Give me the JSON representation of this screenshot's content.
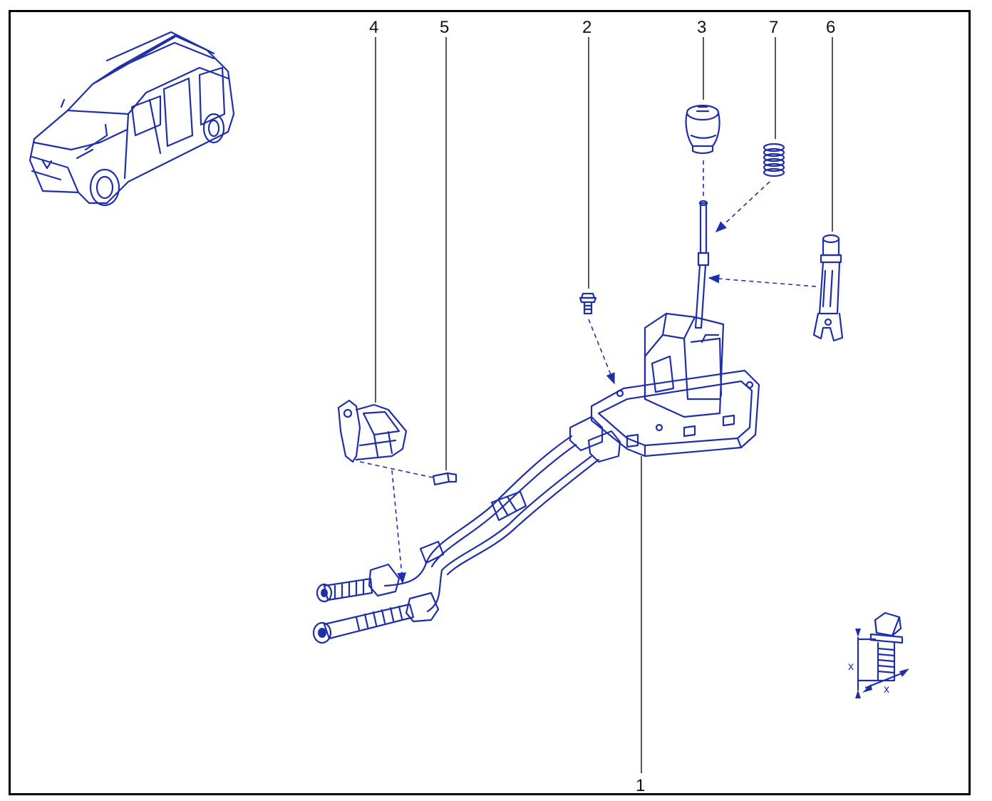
{
  "diagram": {
    "callouts": [
      {
        "id": "4",
        "label": "4"
      },
      {
        "id": "5",
        "label": "5"
      },
      {
        "id": "2",
        "label": "2"
      },
      {
        "id": "3",
        "label": "3"
      },
      {
        "id": "7",
        "label": "7"
      },
      {
        "id": "6",
        "label": "6"
      },
      {
        "id": "1",
        "label": "1"
      }
    ],
    "dimension_labels": {
      "x_vertical": "x",
      "x_horizontal": "x"
    },
    "colors": {
      "linework": "#1f2fa8",
      "frame": "#000000",
      "labels": "#111111"
    },
    "icons": [
      "vehicle-icon",
      "gear-knob-icon",
      "spring-icon",
      "sleeve-icon",
      "bolt-icon",
      "screw-icon",
      "bracket-icon",
      "shifter-assembly-icon",
      "cable-icon",
      "bolt-dimension-icon"
    ]
  }
}
